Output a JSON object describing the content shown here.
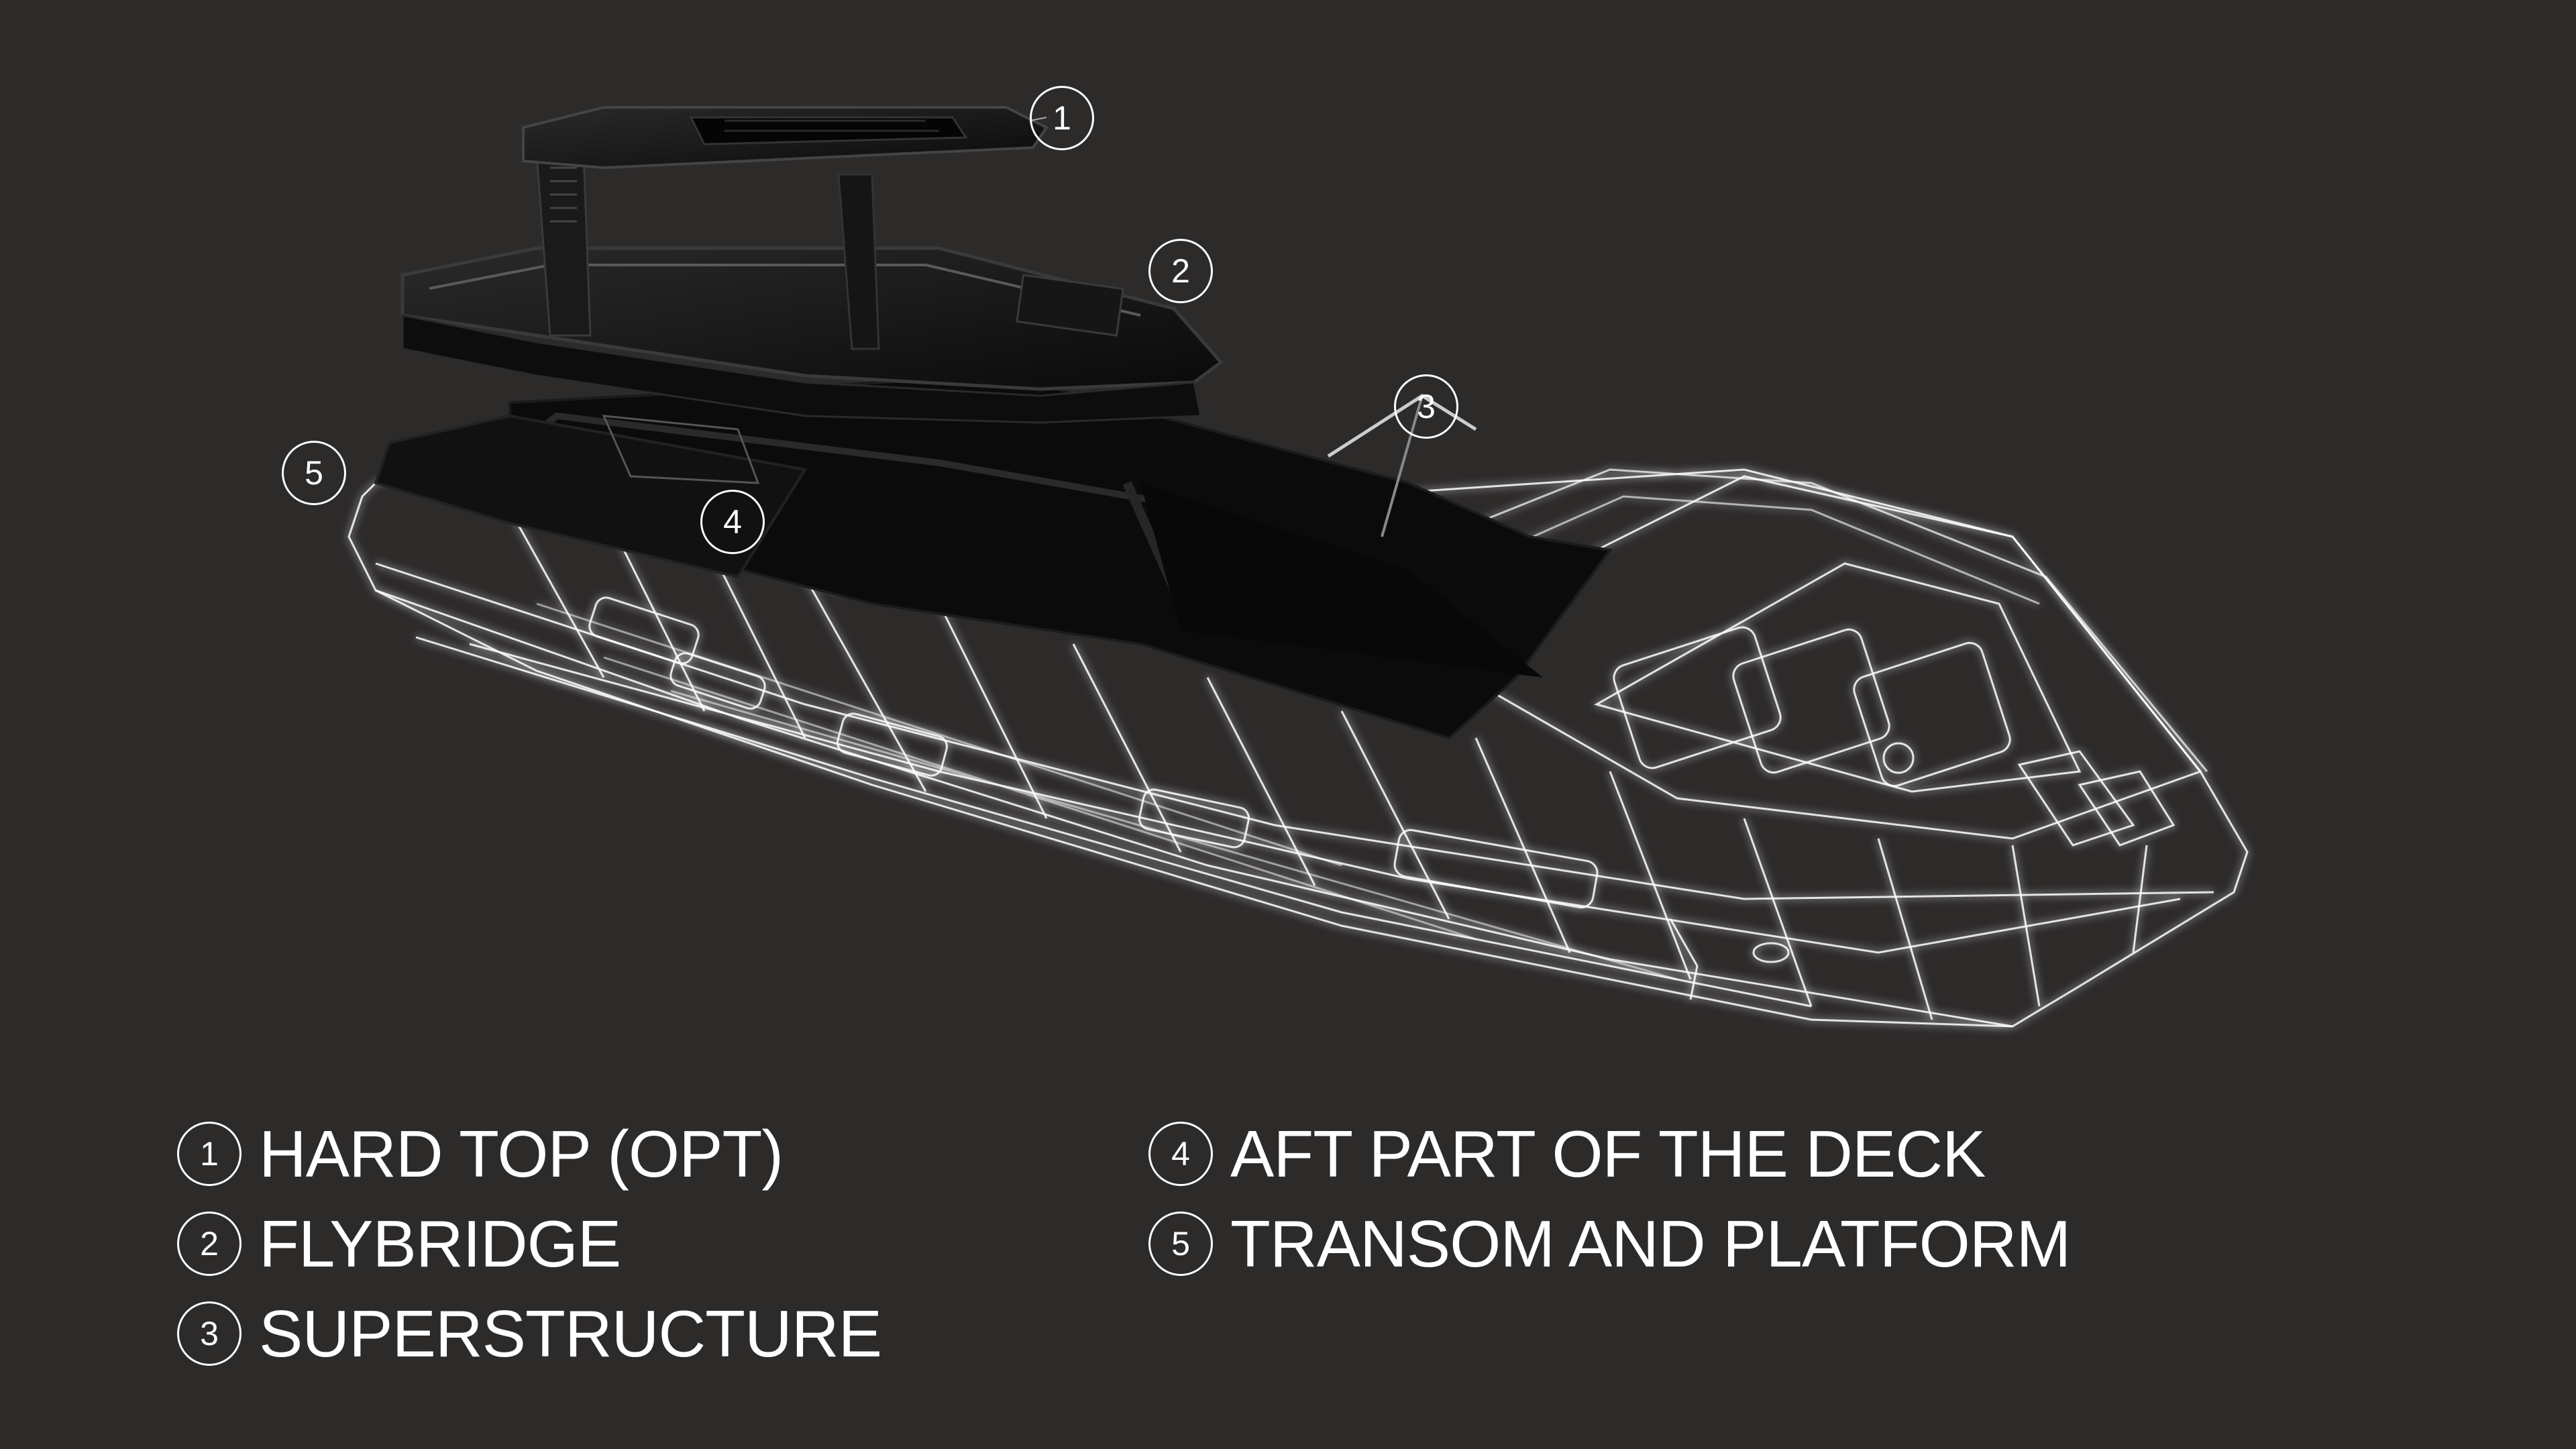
{
  "diagram": {
    "background": "#2d2a2a",
    "subject": "boat-components-exploded-render",
    "wireframe_color": "#ffffff",
    "solid_part_color": "#0f0f0f",
    "callouts": [
      {
        "number": "1"
      },
      {
        "number": "2"
      },
      {
        "number": "3"
      },
      {
        "number": "4"
      },
      {
        "number": "5"
      }
    ],
    "legend": [
      {
        "number": "1",
        "label": "HARD TOP (OPT)"
      },
      {
        "number": "2",
        "label": "FLYBRIDGE"
      },
      {
        "number": "3",
        "label": "SUPERSTRUCTURE"
      },
      {
        "number": "4",
        "label": "AFT PART OF THE DECK"
      },
      {
        "number": "5",
        "label": "TRANSOM AND PLATFORM"
      }
    ]
  }
}
